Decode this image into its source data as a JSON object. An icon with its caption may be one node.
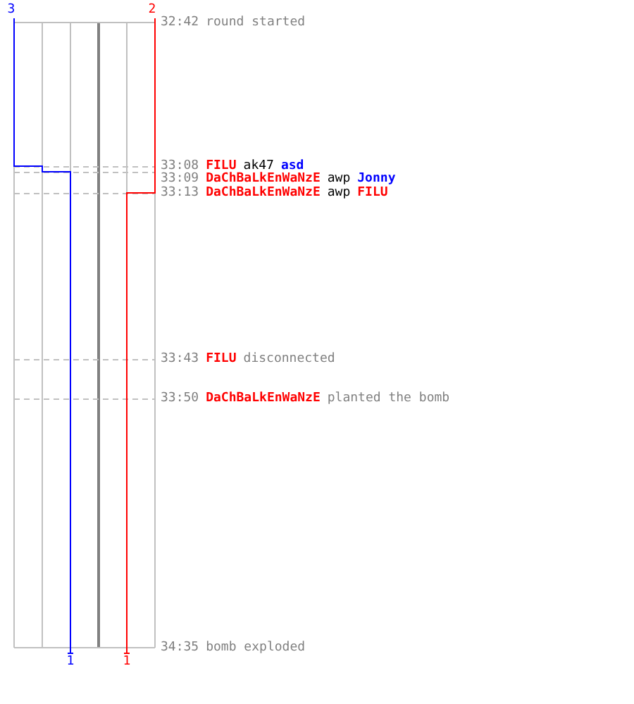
{
  "diagram": {
    "labels": [
      "3",
      "2",
      "32:42",
      "round started",
      "33:08",
      "FILU",
      "ak47",
      "asd",
      "33:09",
      "DaChBaLkEnWaNzE",
      "awp",
      "Jonny",
      "33:13",
      "DaChBaLkEnWaNzE",
      "awp",
      "FILU",
      "33:43",
      "FILU",
      "disconnected",
      "33:50",
      "DaChBaLkEnWaNzE",
      "planted the bomb",
      "1",
      "1",
      "34:35",
      "bomb exploded"
    ]
  }
}
